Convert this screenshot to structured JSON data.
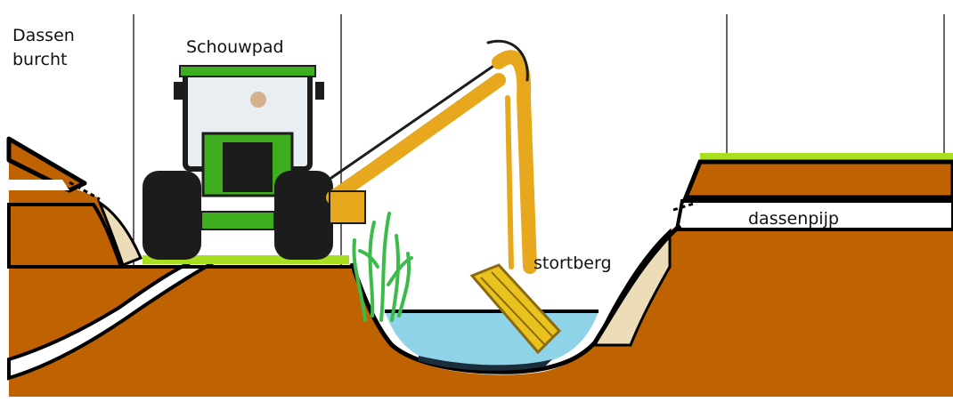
{
  "labels": {
    "dassenburcht_line1": "Dassen",
    "dassenburcht_line2": "burcht",
    "schouwpad": "Schouwpad",
    "stortberg": "stortberg",
    "dassenpijp": "dassenpijp"
  },
  "colors": {
    "soil": "#bf6201",
    "grass": "#a8e020",
    "water": "#8fd3e8",
    "spoil_heap": "#ecdcb8",
    "tractor_green": "#3fae1e",
    "tractor_dark": "#1c1c1c",
    "arm_yellow": "#e7a81d",
    "bucket_yellow": "#e9c21e",
    "reeds": "#3dbb4a",
    "outline": "#000000"
  }
}
